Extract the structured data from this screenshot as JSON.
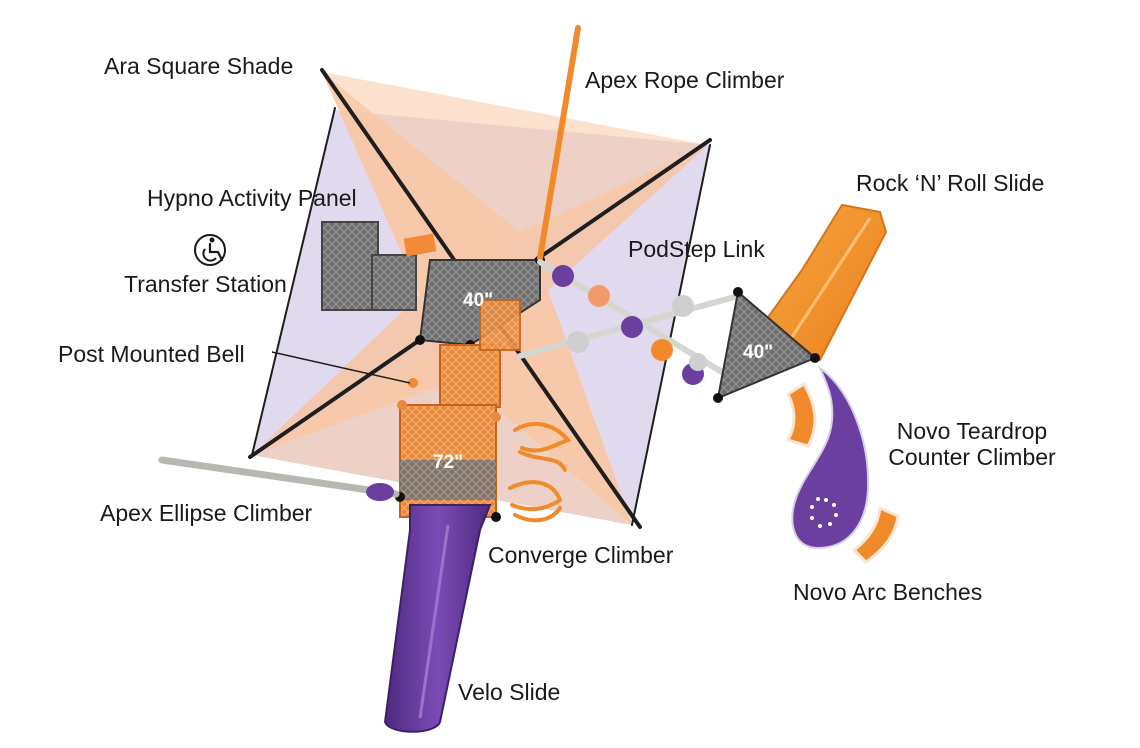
{
  "labels": {
    "ara_square_shade": "Ara Square Shade",
    "apex_rope_climber": "Apex Rope Climber",
    "hypno_activity_panel": "Hypno Activity Panel",
    "transfer_station": "Transfer Station",
    "rock_n_roll_slide": "Rock ‘N’ Roll Slide",
    "podstep_link": "PodStep Link",
    "post_mounted_bell": "Post Mounted Bell",
    "novo_teardrop_line1": "Novo Teardrop",
    "novo_teardrop_line2": "Counter Climber",
    "apex_ellipse_climber": "Apex Ellipse Climber",
    "converge_climber": "Converge Climber",
    "novo_arc_benches": "Novo Arc Benches",
    "velo_slide": "Velo Slide"
  },
  "deck_heights": {
    "upper_deck": "40\"",
    "right_deck": "40\"",
    "lower_deck": "72\""
  },
  "icons": {
    "accessibility": "wheelchair-icon"
  },
  "colors": {
    "orange": "#f2922e",
    "purple": "#6b3fa0",
    "shade_orange": "#f7b98a",
    "shade_lavender": "#d8cde6",
    "deck_gray": "#7a7a7a",
    "post_black": "#1e1e1e"
  }
}
